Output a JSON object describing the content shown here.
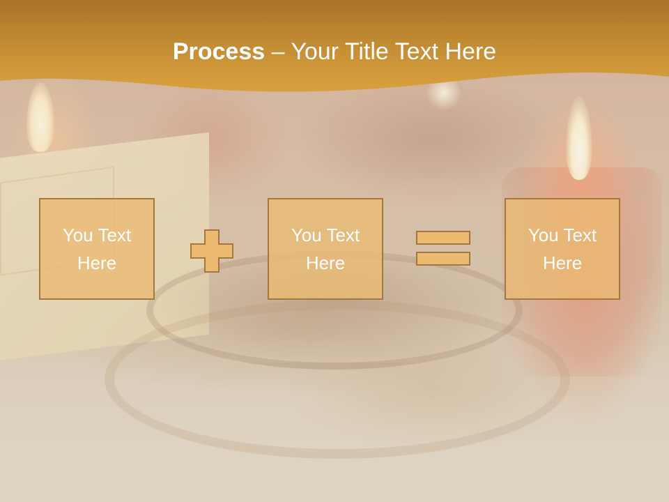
{
  "slide": {
    "title_bold": "Process",
    "title_rest": " – Your Title Text Here",
    "boxes": [
      {
        "line1": "You Text",
        "line2": "Here"
      },
      {
        "line1": "You Text",
        "line2": "Here"
      },
      {
        "line1": "You Text",
        "line2": "Here"
      }
    ],
    "operators": [
      "plus-icon",
      "equals-icon"
    ]
  },
  "colors": {
    "header_band": "#c98f30",
    "box_fill": "#eaba72",
    "box_border": "#a5773d",
    "operator_fill": "#ebb970",
    "text": "#ffffff"
  }
}
